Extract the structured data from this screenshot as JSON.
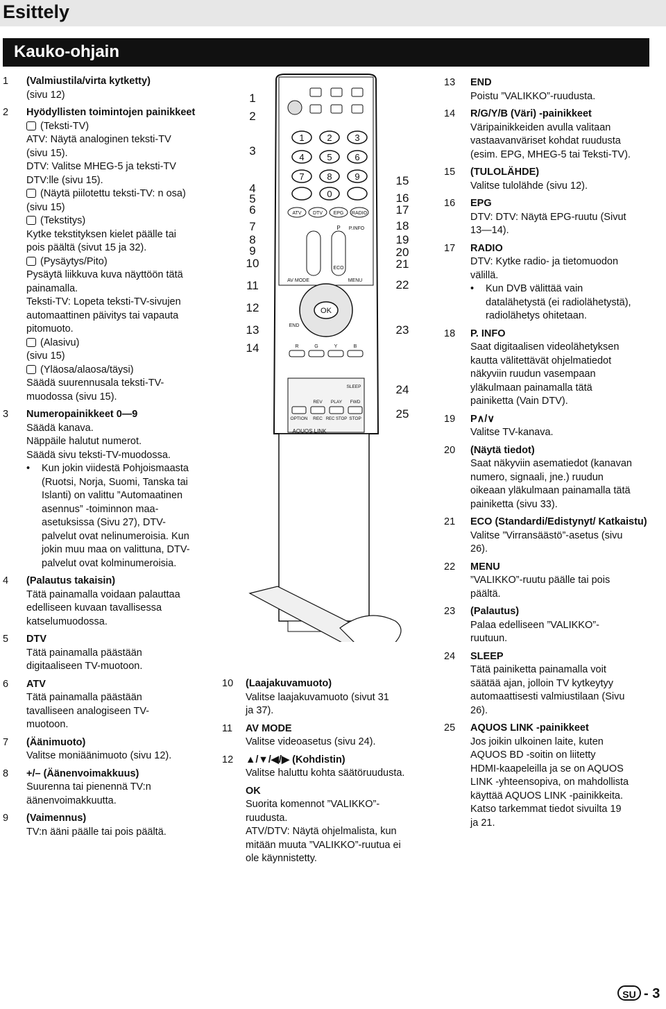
{
  "header": {
    "title": "Esittely"
  },
  "section": {
    "title": "Kauko-ohjain"
  },
  "col1": [
    {
      "num": "1",
      "title": "(Valmiustila/virta kytketty)",
      "lines": [
        "(sivu 12)"
      ]
    },
    {
      "num": "2",
      "title": "Hyödyllisten toimintojen painikkeet",
      "lines": [],
      "subs": [
        {
          "title": "(Teksti-TV)",
          "lines": [
            "ATV: Näytä analoginen teksti-TV",
            "(sivu 15).",
            "DTV: Valitse MHEG-5 ja teksti-TV",
            "DTV:lle (sivu 15)."
          ]
        },
        {
          "title": "(Näytä piilotettu teksti-TV: n osa)",
          "lines": [
            "(sivu 15)"
          ]
        },
        {
          "title": "(Tekstitys)",
          "lines": [
            "Kytke tekstityksen kielet päälle tai",
            "pois päältä (sivut 15 ja 32)."
          ]
        },
        {
          "title": "(Pysäytys/Pito)",
          "lines": [
            "Pysäytä liikkuva kuva näyttöön tätä",
            "painamalla.",
            "Teksti-TV: Lopeta teksti-TV-sivujen",
            "automaattinen päivitys tai vapauta",
            "pitomuoto."
          ]
        },
        {
          "title": "(Alasivu)",
          "lines": [
            "(sivu 15)"
          ]
        },
        {
          "title": "(Yläosa/alaosa/täysi)",
          "lines": [
            "Säädä suurennusala teksti-TV-",
            "muodossa (sivu 15)."
          ]
        }
      ]
    },
    {
      "num": "3",
      "title": "Numeropainikkeet 0—9",
      "lines": [
        "Säädä kanava.",
        "Näppäile halutut numerot.",
        "Säädä sivu teksti-TV-muodossa."
      ],
      "bullet": [
        "Kun jokin viidestä Pohjoismaasta",
        "(Ruotsi, Norja, Suomi, Tanska tai",
        "Islanti) on valittu ”Automaatinen",
        "asennus” -toiminnon maa-",
        "asetuksissa (Sivu 27), DTV-",
        "palvelut ovat nelinumeroisia. Kun",
        "jokin muu maa on valittuna, DTV-",
        "palvelut ovat kolminumeroisia."
      ]
    },
    {
      "num": "4",
      "title": "(Palautus takaisin)",
      "lines": [
        "Tätä painamalla voidaan palauttaa",
        "edelliseen kuvaan tavallisessa",
        "katselumuodossa."
      ]
    },
    {
      "num": "5",
      "title": "DTV",
      "lines": [
        "Tätä painamalla päästään",
        "digitaaliseen TV-muotoon."
      ]
    },
    {
      "num": "6",
      "title": "ATV",
      "lines": [
        "Tätä painamalla päästään",
        "tavalliseen analogiseen TV-",
        "muotoon."
      ]
    },
    {
      "num": "7",
      "title": "(Äänimuoto)",
      "lines": [
        "Valitse moniäänimuoto (sivu 12)."
      ]
    },
    {
      "num": "8",
      "title": "+/– (Äänenvoimakkuus)",
      "lines": [
        "Suurenna tai pienennä TV:n",
        "äänenvoimakkuutta."
      ]
    },
    {
      "num": "9",
      "title": "(Vaimennus)",
      "lines": [
        "TV:n ääni päälle tai pois päältä."
      ]
    }
  ],
  "col2": [
    {
      "num": "10",
      "title": "(Laajakuvamuoto)",
      "lines": [
        "Valitse laajakuvamuoto (sivut 31",
        "ja 37)."
      ]
    },
    {
      "num": "11",
      "title": "AV MODE",
      "lines": [
        "Valitse videoasetus (sivu 24)."
      ]
    },
    {
      "num": "12",
      "title": "▲/▼/◀/▶ (Kohdistin)",
      "lines": [
        "Valitse haluttu kohta säätöruudusta."
      ],
      "extra": {
        "title": "OK",
        "lines": [
          "Suorita komennot ”VALIKKO”-",
          "ruudusta.",
          "ATV/DTV: Näytä ohjelmalista, kun",
          "mitään muuta ”VALIKKO”-ruutua ei",
          "ole käynnistetty."
        ]
      }
    }
  ],
  "col3": [
    {
      "num": "13",
      "title": "END",
      "lines": [
        "Poistu ”VALIKKO”-ruudusta."
      ]
    },
    {
      "num": "14",
      "title": "R/G/Y/B (Väri) -painikkeet",
      "lines": [
        "Väripainikkeiden avulla valitaan",
        "vastaavanväriset kohdat ruudusta",
        "(esim. EPG, MHEG-5 tai Teksti-TV)."
      ]
    },
    {
      "num": "15",
      "title": "(TULOLÄHDE)",
      "lines": [
        "Valitse tulolähde (sivu 12)."
      ]
    },
    {
      "num": "16",
      "title": "EPG",
      "lines": [
        "DTV: DTV: Näytä EPG-ruutu (Sivut",
        "13—14)."
      ]
    },
    {
      "num": "17",
      "title": "RADIO",
      "lines": [
        "DTV: Kytke radio- ja tietomuodon",
        "välillä."
      ],
      "bullet": [
        "Kun DVB välittää vain",
        "datalähetystä (ei radiolähetystä),",
        "radiolähetys ohitetaan."
      ]
    },
    {
      "num": "18",
      "title": "P. INFO",
      "lines": [
        "Saat digitaalisen videolähetyksen",
        "kautta välitettävät ohjelmatiedot",
        "näkyviin ruudun vasempaan",
        "yläkulmaan painamalla tätä",
        "painiketta (Vain DTV)."
      ]
    },
    {
      "num": "19",
      "title": "P∧/∨",
      "lines": [
        "Valitse TV-kanava."
      ]
    },
    {
      "num": "20",
      "title": "(Näytä tiedot)",
      "lines": [
        "Saat näkyviin asematiedot (kanavan",
        "numero, signaali, jne.) ruudun",
        "oikeaan yläkulmaan painamalla tätä",
        "painiketta (sivu 33)."
      ]
    },
    {
      "num": "21",
      "title": "ECO (Standardi/Edistynyt/ Katkaistu)",
      "lines": [
        "Valitse ”Virransäästö”-asetus (sivu",
        "26)."
      ]
    },
    {
      "num": "22",
      "title": "MENU",
      "lines": [
        "”VALIKKO”-ruutu päälle tai pois",
        "päältä."
      ]
    },
    {
      "num": "23",
      "title": "(Palautus)",
      "lines": [
        "Palaa edelliseen ”VALIKKO”-",
        "ruutuun."
      ]
    },
    {
      "num": "24",
      "title": "SLEEP",
      "lines": [
        "Tätä painiketta painamalla voit",
        "säätää ajan, jolloin TV kytkeytyy",
        "automaattisesti valmiustilaan (Sivu",
        "26)."
      ]
    },
    {
      "num": "25",
      "title": "AQUOS LINK -painikkeet",
      "lines": [
        "Jos joikin ulkoinen laite, kuten",
        "AQUOS BD -soitin on liitetty",
        "HDMI-kaapeleilla ja se on AQUOS",
        "LINK -yhteensopiva, on mahdollista",
        "käyttää AQUOS LINK -painikkeita.",
        "Katso tarkemmat tiedot sivuilta 19",
        "ja 21."
      ]
    }
  ],
  "remote": {
    "left_labels": [
      "1",
      "2",
      "3",
      "4",
      "5",
      "6",
      "7",
      "8",
      "9",
      "10",
      "11",
      "12",
      "13",
      "14"
    ],
    "right_labels": [
      "15",
      "16",
      "17",
      "18",
      "19",
      "20",
      "21",
      "22",
      "23",
      "24",
      "25"
    ],
    "keys": [
      "1",
      "2",
      "3",
      "4",
      "5",
      "6",
      "7",
      "8",
      "9",
      "0"
    ],
    "labels": {
      "atv": "ATV",
      "dtv": "DTV",
      "epg": "EPG",
      "radio": "RADIO",
      "p": "P",
      "pinfo": "P.INFO",
      "eco": "ECO",
      "avmode": "AV MODE",
      "menu": "MENU",
      "ok": "OK",
      "end": "END",
      "r": "R",
      "g": "G",
      "y": "Y",
      "b": "B",
      "sleep": "SLEEP",
      "rev": "REV",
      "play": "PLAY",
      "fwd": "FWD",
      "option": "OPTION",
      "rec": "REC",
      "recstop": "REC STOP",
      "stop": "STOP",
      "aquos": "AQUOS LINK"
    }
  },
  "footer": {
    "badge": "SU",
    "page": "- 3"
  }
}
